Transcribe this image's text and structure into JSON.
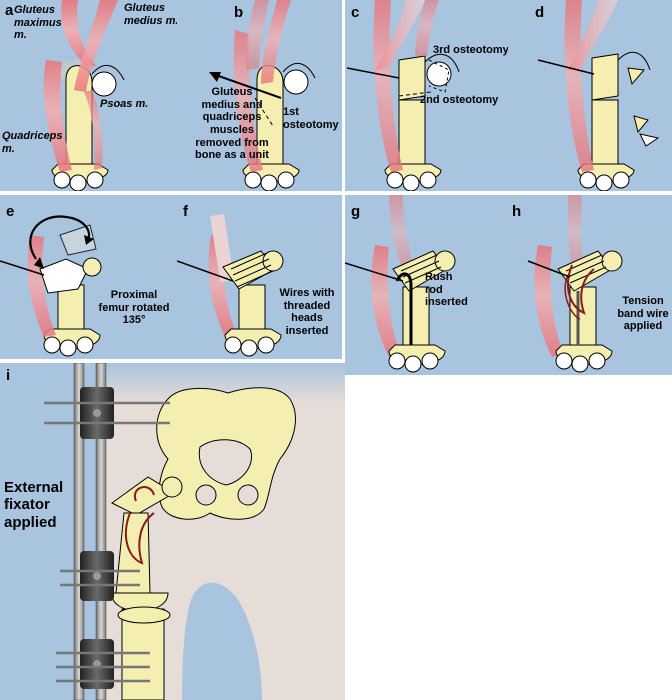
{
  "panels": {
    "a": {
      "letter": "a",
      "labels": {
        "gluteus_maximus": "Gluteus maximus m.",
        "gluteus_medius": "Gluteus medius m.",
        "psoas": "Psoas m.",
        "quadriceps": "Quadriceps m."
      }
    },
    "b": {
      "letter": "b",
      "labels": {
        "muscles_removed": "Gluteus medius and quadriceps muscles removed from bone as a unit",
        "first_osteotomy": "1st osteotomy"
      }
    },
    "c": {
      "letter": "c",
      "labels": {
        "third_osteotomy": "3rd osteotomy",
        "second_osteotomy": "2nd osteotomy"
      }
    },
    "d": {
      "letter": "d"
    },
    "e": {
      "letter": "e",
      "labels": {
        "rotated": "Proximal femur rotated 135°"
      }
    },
    "f": {
      "letter": "f",
      "labels": {
        "wires": "Wires with threaded heads inserted"
      }
    },
    "g": {
      "letter": "g",
      "labels": {
        "rush_rod": "Rush rod inserted"
      }
    },
    "h": {
      "letter": "h",
      "labels": {
        "tension_band": "Tension band wire applied"
      }
    },
    "i": {
      "letter": "i",
      "labels": {
        "external_fixator": "External fixator applied"
      }
    }
  },
  "colors": {
    "panel_background": "#a9c4de",
    "bone_fill": "#f4eeb0",
    "muscle_fill": "#e8737a",
    "wire_red": "#8b1a1a",
    "fixator_dark": "#3b3b3b",
    "skin_tone": "#e6dcd8"
  }
}
